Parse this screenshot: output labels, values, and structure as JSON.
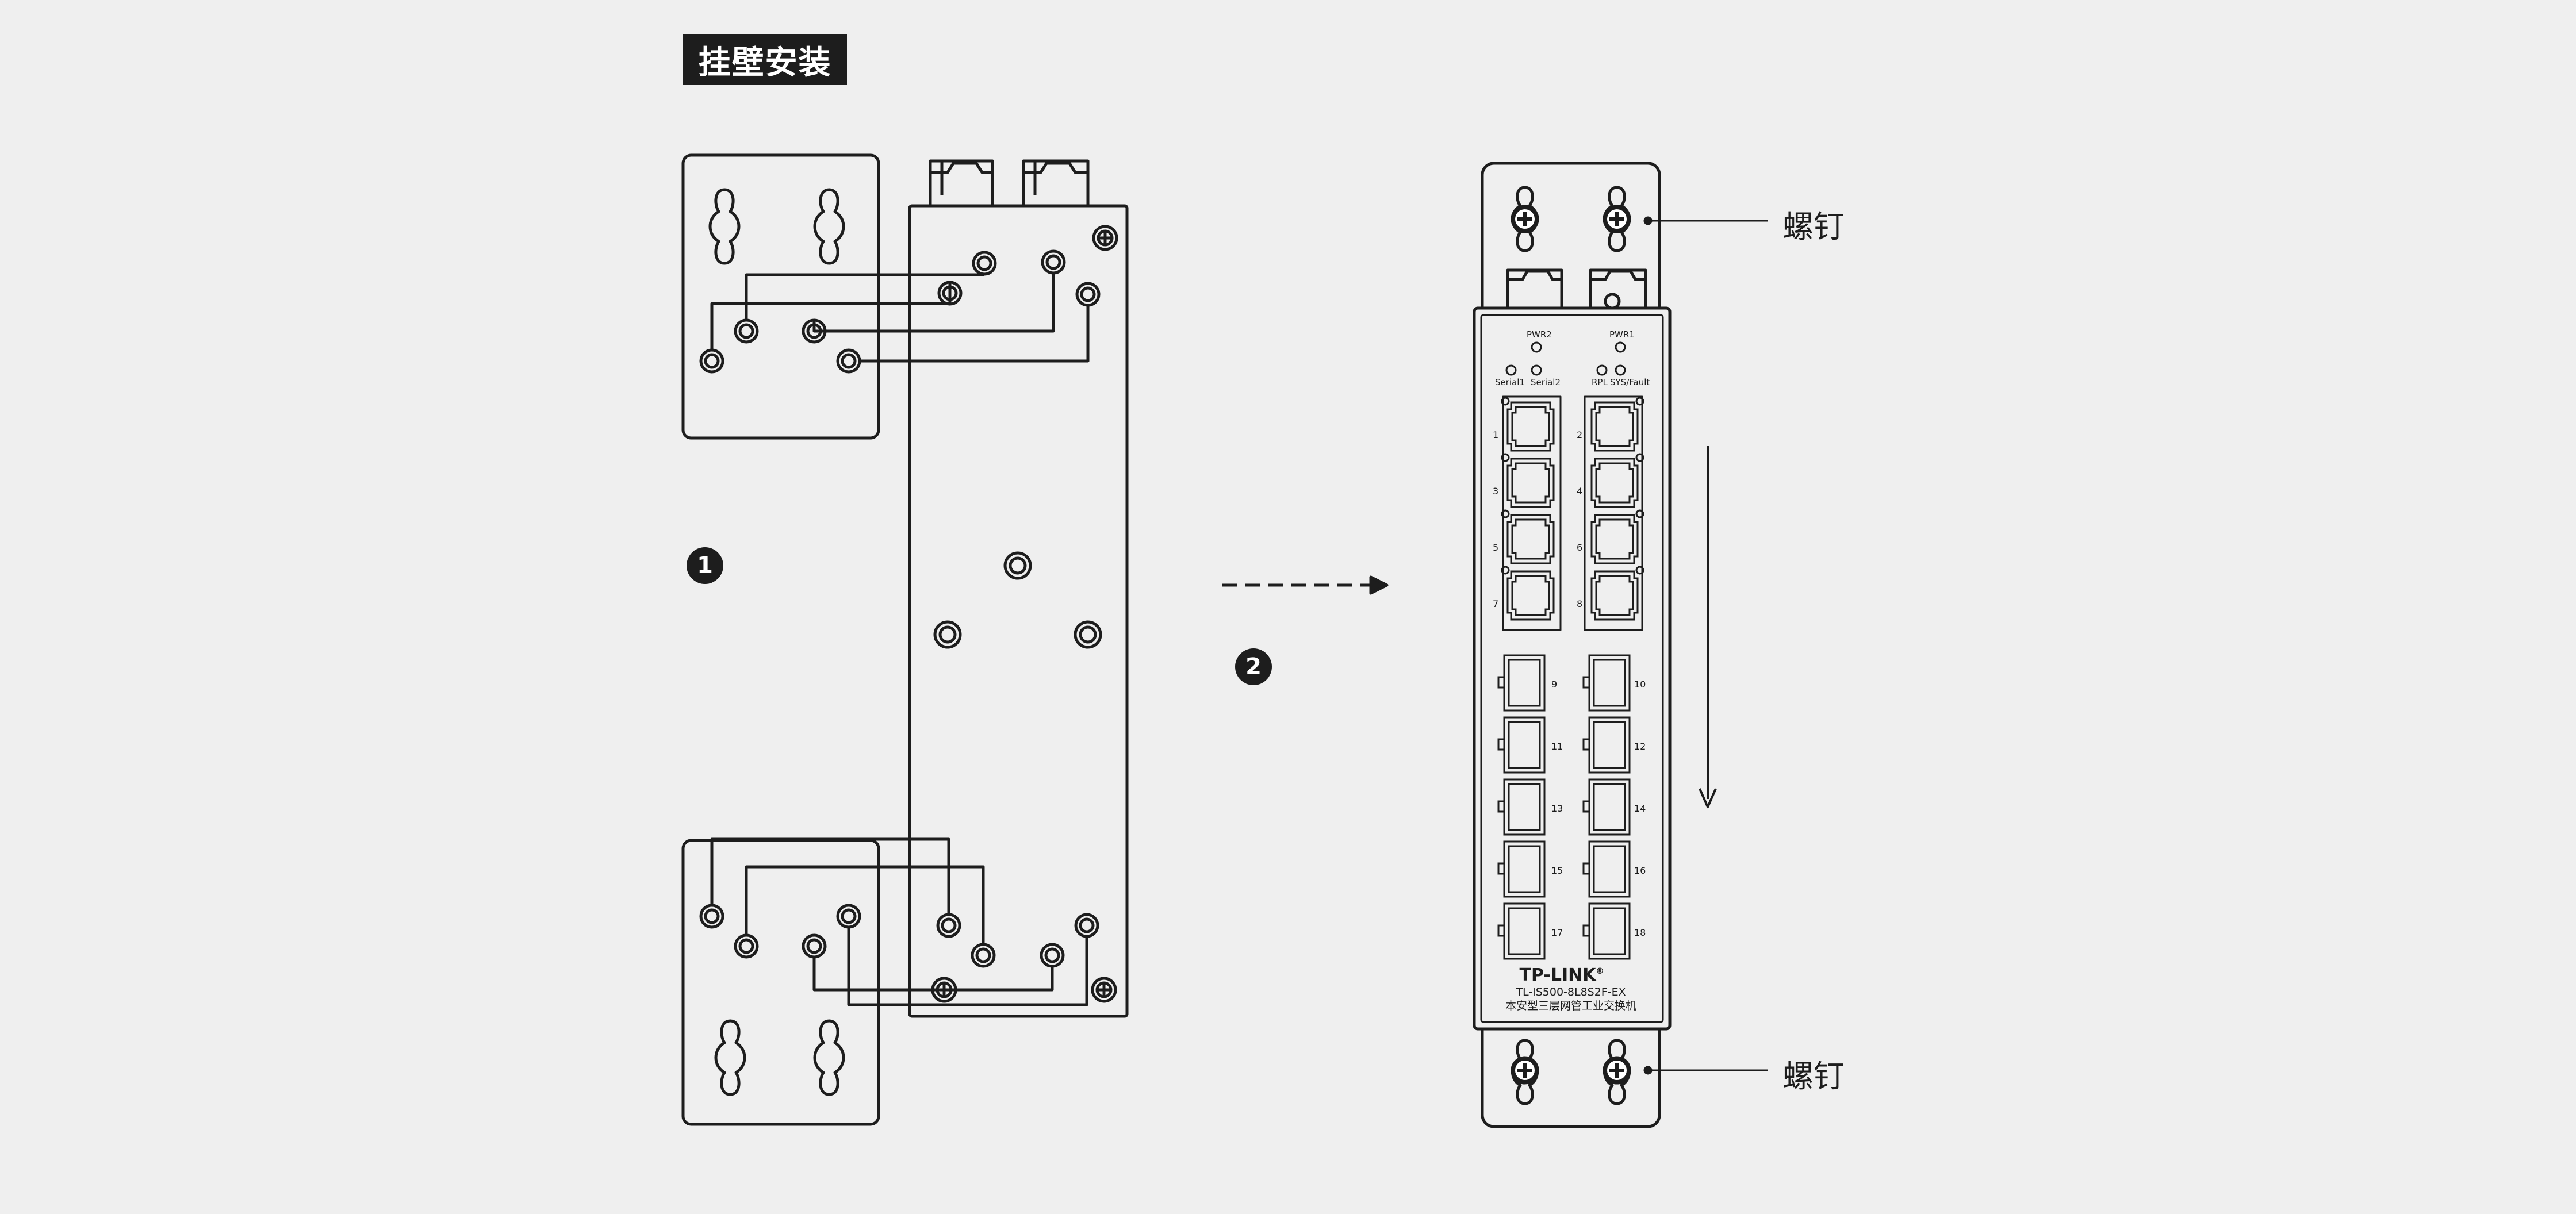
{
  "title": "挂壁安装",
  "steps": [
    "1",
    "2"
  ],
  "callouts": {
    "screw_top": "螺钉",
    "screw_bottom": "螺钉"
  },
  "device": {
    "brand": "TP-LINK",
    "trademark": "®",
    "model": "TL-IS500-8L8S2F-EX",
    "description": "本安型三层网管工业交换机",
    "leds": {
      "pwr2": "PWR2",
      "pwr1": "PWR1",
      "serial1": "Serial1",
      "serial2": "Serial2",
      "rpl": "RPL",
      "sys": "SYS/Fault"
    },
    "ports_left": [
      "1",
      "3",
      "5",
      "7",
      "9",
      "11",
      "13",
      "15",
      "17"
    ],
    "ports_right": [
      "2",
      "4",
      "6",
      "8",
      "10",
      "12",
      "14",
      "16",
      "18"
    ]
  },
  "colors": {
    "line": "#1d1d1d",
    "background": "#efefef"
  }
}
